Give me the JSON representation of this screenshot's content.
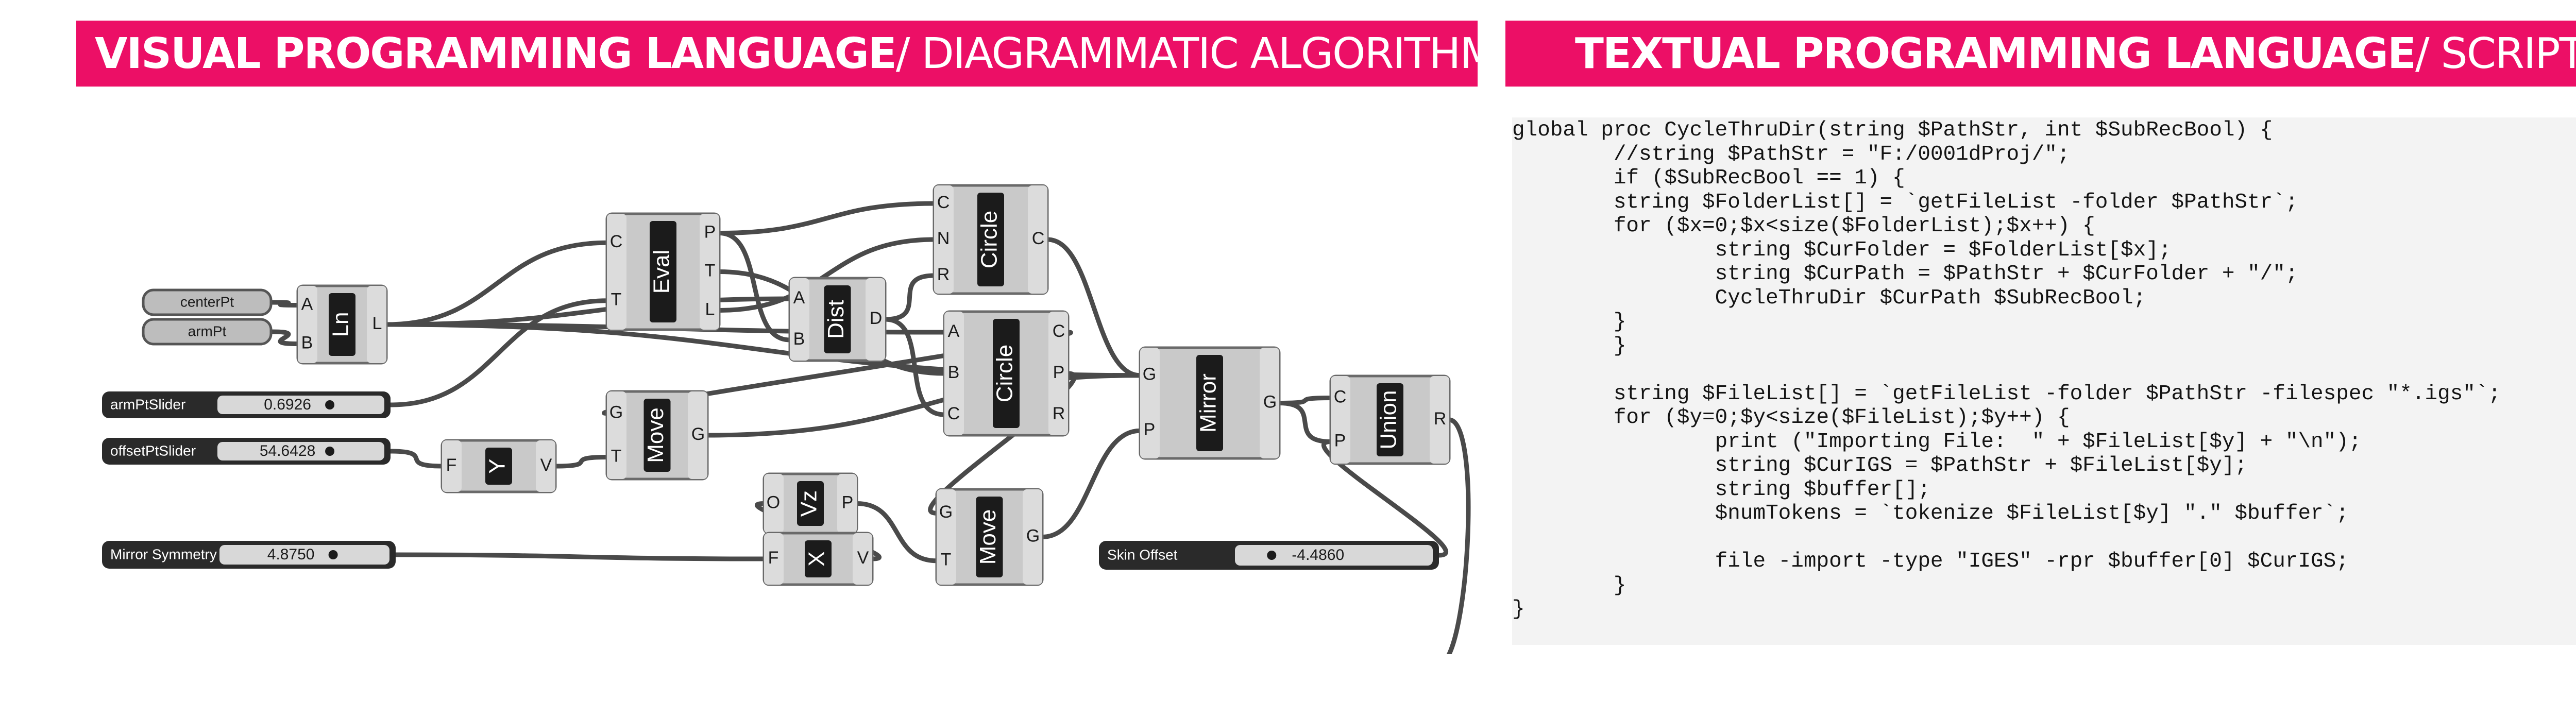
{
  "header": {
    "left_bold": "VISUAL PROGRAMMING LANGUAGE",
    "left_light": " / DIAGRAMMATIC ALGORITHM",
    "right_bold": "TEXTUAL PROGRAMMING LANGUAGE",
    "right_light": " / SCRIPT"
  },
  "colors": {
    "banner": "#ec0f66",
    "banner_text": "#ffffff",
    "component_fill": "#c9c9c9",
    "component_label": "#1b1b1b",
    "wire": "#4a4a4a",
    "code_background": "#f3f3f3"
  },
  "diagram": {
    "params": [
      {
        "id": "centerPt",
        "label": "centerPt"
      },
      {
        "id": "armPt",
        "label": "armPt"
      }
    ],
    "sliders": [
      {
        "id": "armPtSlider",
        "label": "armPtSlider",
        "value": "0.6926"
      },
      {
        "id": "offsetPtSlider",
        "label": "offsetPtSlider",
        "value": "54.6428"
      },
      {
        "id": "mirrorSymmetry",
        "label": "Mirror Symmetry",
        "value": "4.8750"
      },
      {
        "id": "skinOffset",
        "label": "Skin Offset",
        "value": "-4.4860"
      }
    ],
    "components": [
      {
        "id": "ln",
        "label": "Ln",
        "inputs": [
          "A",
          "B"
        ],
        "outputs": [
          "L"
        ]
      },
      {
        "id": "eval",
        "label": "Eval",
        "inputs": [
          "C",
          "T"
        ],
        "outputs": [
          "P",
          "T",
          "L"
        ]
      },
      {
        "id": "dist",
        "label": "Dist",
        "inputs": [
          "A",
          "B"
        ],
        "outputs": [
          "D"
        ]
      },
      {
        "id": "circle1",
        "label": "Circle",
        "inputs": [
          "C",
          "N",
          "R"
        ],
        "outputs": [
          "C"
        ]
      },
      {
        "id": "circle2",
        "label": "Circle",
        "inputs": [
          "A",
          "B",
          "C"
        ],
        "outputs": [
          "C",
          "P",
          "R"
        ]
      },
      {
        "id": "move1",
        "label": "Move",
        "inputs": [
          "G",
          "T"
        ],
        "outputs": [
          "G"
        ]
      },
      {
        "id": "fy",
        "label": "Y",
        "inputs": [
          "F"
        ],
        "outputs": [
          "V"
        ]
      },
      {
        "id": "vz",
        "label": "Vz",
        "inputs": [
          "O"
        ],
        "outputs": [
          "P"
        ]
      },
      {
        "id": "fx",
        "label": "X",
        "inputs": [
          "F"
        ],
        "outputs": [
          "V"
        ]
      },
      {
        "id": "move2",
        "label": "Move",
        "inputs": [
          "G",
          "T"
        ],
        "outputs": [
          "G"
        ]
      },
      {
        "id": "mirror",
        "label": "Mirror",
        "inputs": [
          "G",
          "P"
        ],
        "outputs": [
          "G"
        ]
      },
      {
        "id": "union",
        "label": "Union",
        "inputs": [
          "C",
          "P"
        ],
        "outputs": [
          "R"
        ]
      }
    ]
  },
  "code": [
    "global proc CycleThruDir(string $PathStr, int $SubRecBool) {",
    "        //string $PathStr = \"F:/0001dProj/\";",
    "        if ($SubRecBool == 1) {",
    "        string $FolderList[] = `getFileList -folder $PathStr`;",
    "        for ($x=0;$x<size($FolderList);$x++) {",
    "                string $CurFolder = $FolderList[$x];",
    "                string $CurPath = $PathStr + $CurFolder + \"/\";",
    "                CycleThruDir $CurPath $SubRecBool;",
    "        }",
    "        }",
    "",
    "        string $FileList[] = `getFileList -folder $PathStr -filespec \"*.igs\"`;",
    "        for ($y=0;$y<size($FileList);$y++) {",
    "                print (\"Importing File:  \" + $FileList[$y] + \"\\n\");",
    "                string $CurIGS = $PathStr + $FileList[$y];",
    "                string $buffer[];",
    "                $numTokens = `tokenize $FileList[$y] \".\" $buffer`;",
    "",
    "                file -import -type \"IGES\" -rpr $buffer[0] $CurIGS;",
    "        }",
    "}"
  ]
}
